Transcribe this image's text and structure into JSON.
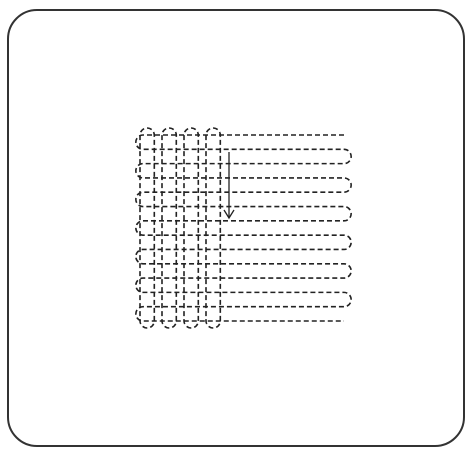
{
  "diagram": {
    "figure": "darning-weave-pattern",
    "horizontal_passes": 7,
    "vertical_loops": 4,
    "direction_arrow": "down",
    "colors": {
      "card_border": "#333333",
      "thread": "#222222",
      "background": "#ffffff"
    }
  }
}
